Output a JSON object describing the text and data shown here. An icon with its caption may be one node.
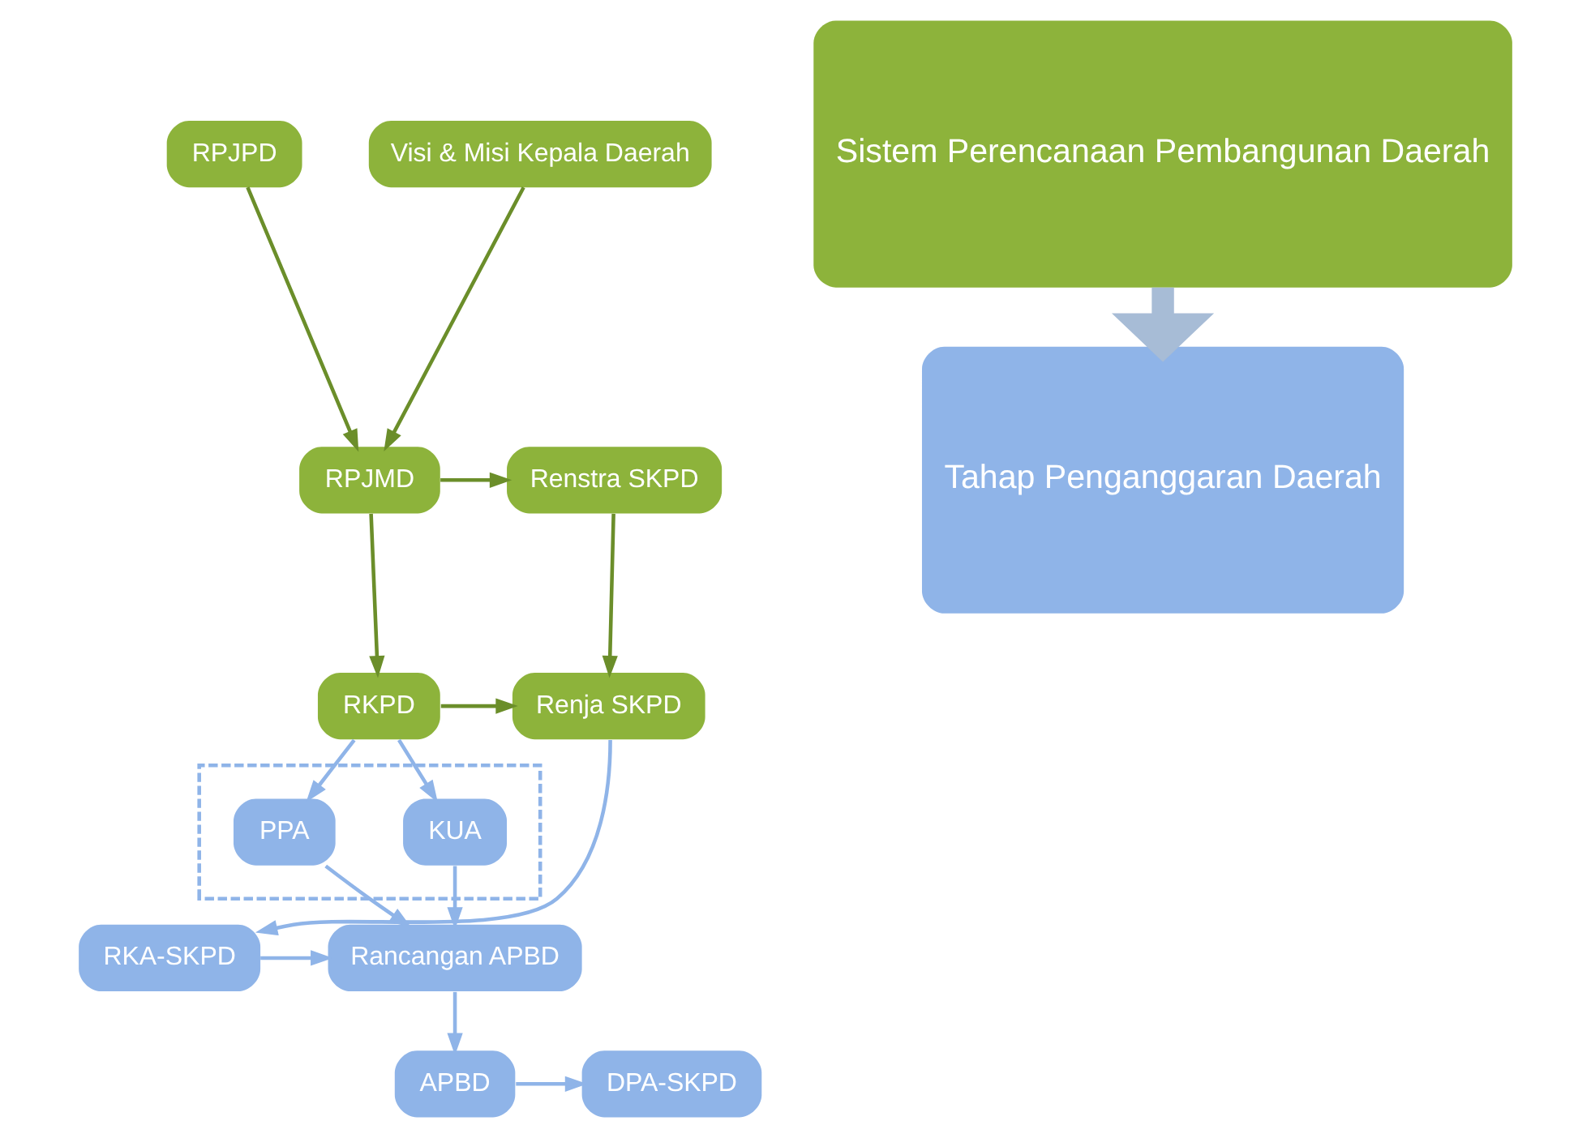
{
  "diagram": {
    "nodes": [
      {
        "text": [
          "RPJPD"
        ]
      },
      {
        "text": [
          "Visi & Misi Kepala Daerah"
        ]
      },
      {
        "text": [
          "Renstra SKPD"
        ]
      },
      {
        "text": [
          "RPJMD"
        ]
      },
      {
        "text": [
          "Renja SKPD"
        ]
      },
      {
        "text": [
          "RKPD"
        ]
      },
      {
        "text": [],
        "shape": "box"
      },
      {
        "text": [
          "KUA"
        ],
        "in": 6
      },
      {
        "text": [
          "PPA"
        ],
        "in": 6
      },
      {
        "text": [
          "RKA-SKPD"
        ]
      },
      {
        "text": [
          "Rancangan APBD"
        ]
      },
      {
        "text": [
          "DPA-SKPD"
        ]
      },
      {
        "text": [
          "APBD"
        ]
      },
      {
        "text": [
          "Sistem Perencanaan Pembangunan Daerah"
        ]
      },
      {
        "text": [
          "Tahap Penganggaran Daerah"
        ]
      }
    ],
    "edges": [
      {
        "from": 0,
        "to": 3,
        "arrow": "to",
        "color": "#6b8e2a"
      },
      {
        "from": 1,
        "to": 3,
        "arrow": "to",
        "color": "#6b8e2a"
      },
      {
        "from": 3,
        "to": 2,
        "arrow": "to",
        "color": "#6b8e2a"
      },
      {
        "from": 2,
        "to": 4,
        "arrow": "to",
        "color": "#6b8e2a"
      },
      {
        "from": 3,
        "to": 5,
        "arrow": "to",
        "color": "#6b8e2a"
      },
      {
        "from": 5,
        "to": 4,
        "arrow": "to",
        "color": "#6b8e2a"
      },
      {
        "from": 5,
        "to": 7,
        "arrow": "to"
      },
      {
        "from": 5,
        "to": 8,
        "arrow": "to"
      },
      {
        "from": 4,
        "to": 9,
        "arrow": "to"
      },
      {
        "from": 7,
        "to": 10,
        "arrow": "to"
      },
      {
        "from": 8,
        "to": 10,
        "arrow": "to"
      },
      {
        "from": 9,
        "to": 10,
        "arrow": "to"
      },
      {
        "from": 10,
        "to": 12,
        "arrow": "to"
      },
      {
        "from": 12,
        "to": 11,
        "arrow": "to"
      },
      {
        "from": 13,
        "to": 14,
        "arrow": "to",
        "style": "thick",
        "color": "#a7bcd6"
      }
    ]
  }
}
